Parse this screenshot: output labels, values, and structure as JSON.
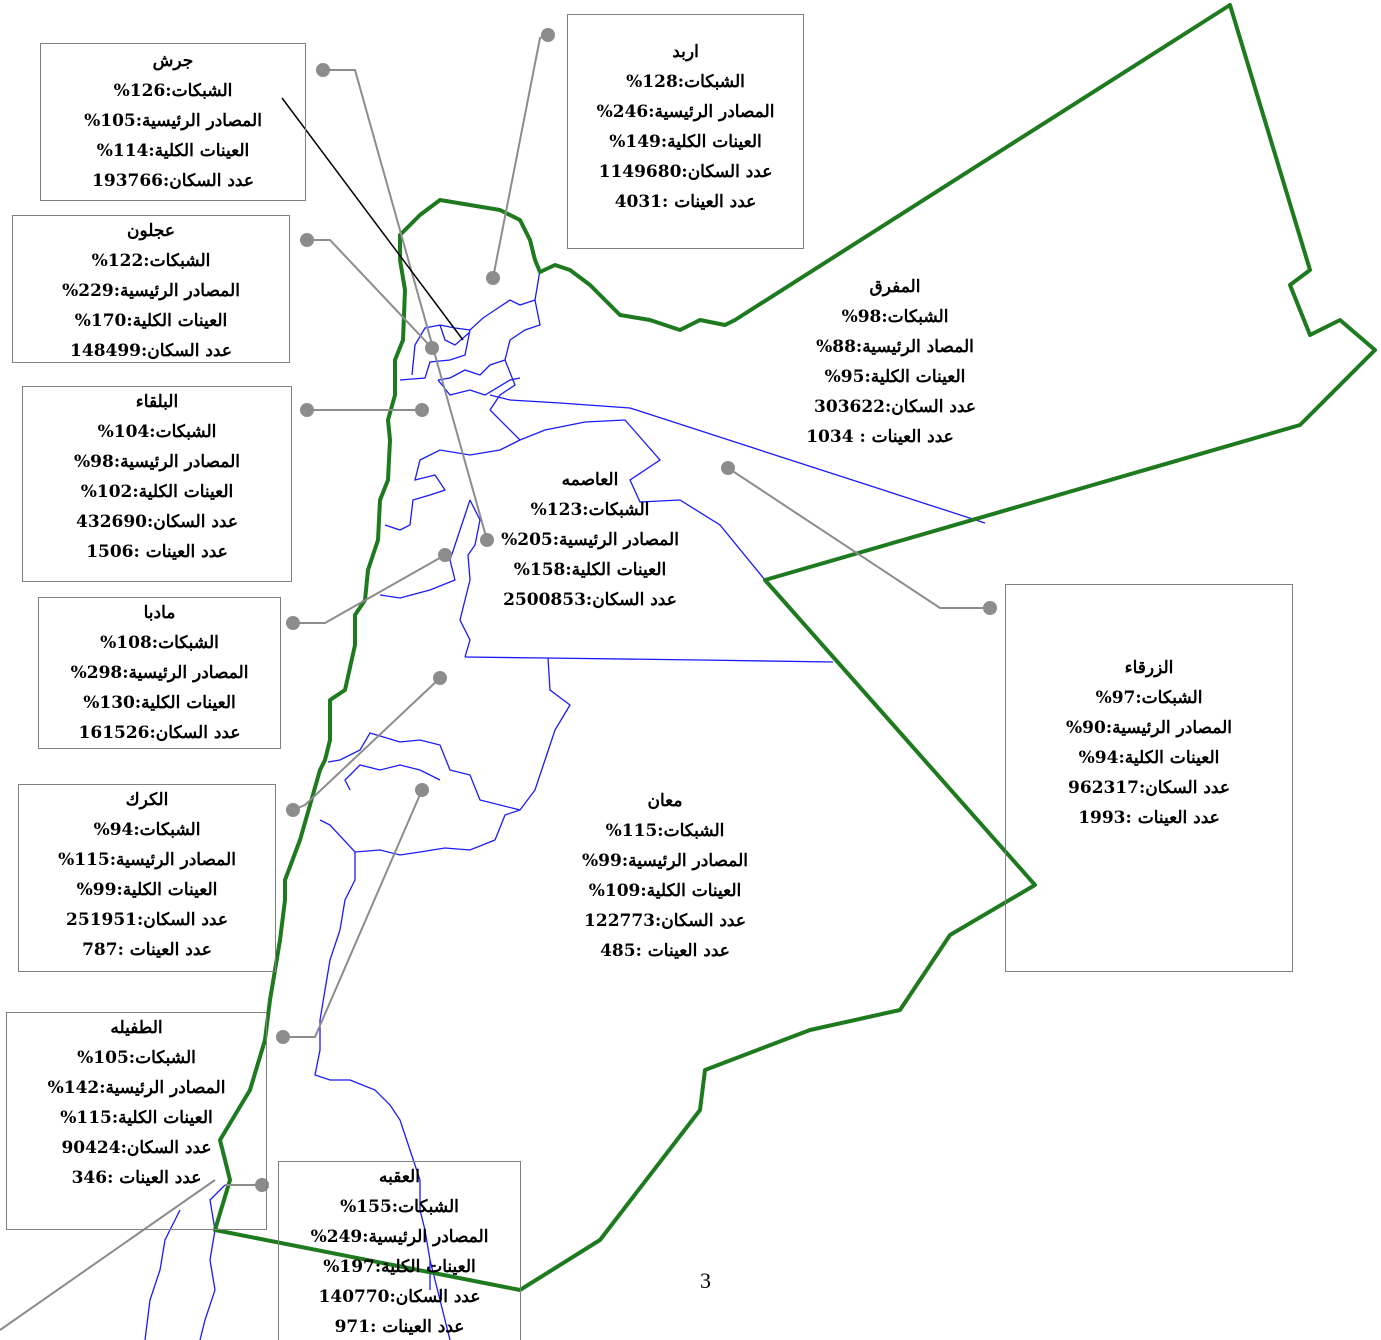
{
  "colors": {
    "border": "#1e7a1e",
    "governorate_lines": "#1a1aff",
    "leader_lines": "#8c8c8c",
    "box_border": "#808080"
  },
  "regions": {
    "jerash": {
      "name": "جرش",
      "l1": "الشبكات:126%",
      "l2": "المصادر الرئيسية:105%",
      "l3": "العينات الكلية:114%",
      "l4": "عدد السكان:193766"
    },
    "irbid": {
      "name": "اربد",
      "l1": "الشبكات:128%",
      "l2": "المصادر الرئيسية:246%",
      "l3": "العينات الكلية:149%",
      "l4": "عدد السكان:1149680",
      "l5": "عدد العينات :4031"
    },
    "ajloun": {
      "name": "عجلون",
      "l1": "الشبكات:122%",
      "l2": "المصادر الرئيسية:229%",
      "l3": "العينات الكلية:170%",
      "l4": "عدد السكان:148499"
    },
    "mafraq": {
      "name": "المفرق",
      "l1": "الشبكات:98%",
      "l2": "المصاد الرئيسية:88%",
      "l3": "العينات الكلية:95%",
      "l4": "عدد السكان:303622",
      "l5": "عدد العينات : 1034"
    },
    "balqa": {
      "name": "البلقاء",
      "l1": "الشبكات:104%",
      "l2": "المصادر الرئيسية:98%",
      "l3": "العينات الكلية:102%",
      "l4": "عدد السكان:432690",
      "l5": "عدد العينات :1506"
    },
    "capital": {
      "name": "العاصمه",
      "l1": "الشبكات:123%",
      "l2": "المصادر الرئيسية:205%",
      "l3": "العينات الكلية:158%",
      "l4": "عدد السكان:2500853"
    },
    "madaba": {
      "name": "مادبا",
      "l1": "الشبكات:108%",
      "l2": "المصادر الرئيسية:298%",
      "l3": "العينات الكلية:130%",
      "l4": "عدد السكان:161526"
    },
    "zarqa": {
      "name": "الزرقاء",
      "l1": "الشبكات:97%",
      "l2": "المصادر الرئيسية:90%",
      "l3": "العينات الكلية:94%",
      "l4": "عدد السكان:962317",
      "l5": "عدد العينات :1993"
    },
    "karak": {
      "name": "الكرك",
      "l1": "الشبكات:94%",
      "l2": "المصادر الرئيسية:115%",
      "l3": "العينات الكلية:99%",
      "l4": "عدد السكان:251951",
      "l5": "عدد العينات :787"
    },
    "maan": {
      "name": "معان",
      "l1": "الشبكات:115%",
      "l2": "المصادر الرئيسية:99%",
      "l3": "العينات الكلية:109%",
      "l4": "عدد السكان:122773",
      "l5": "عدد العينات :485"
    },
    "tafila": {
      "name": "الطفيله",
      "l1": "الشبكات:105%",
      "l2": "المصادر الرئيسية:142%",
      "l3": "العينات الكلية:115%",
      "l4": "عدد السكان:90424",
      "l5": "عدد العينات :346"
    },
    "aqaba": {
      "name": "العقبه",
      "l1": "الشبكات:155%",
      "l2": "المصادر الرئيسية:249%",
      "l3": "العينات الكلية:197%",
      "l4": "عدد السكان:140770",
      "l5": "عدد العينات :971"
    }
  },
  "page_number": "3"
}
